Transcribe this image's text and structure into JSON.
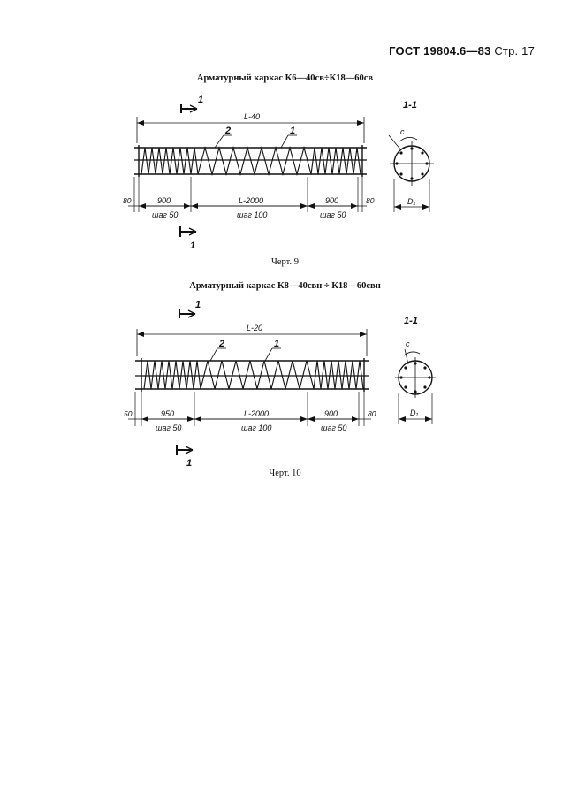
{
  "header": {
    "standard": "ГОСТ 19804.6—83",
    "page": "Стр. 17"
  },
  "figures": [
    {
      "title": "Арматурный каркас К6—40св÷К18—60св",
      "caption": "Черт. 9",
      "overall_length": "L-40",
      "end_left": "80",
      "end_right": "80",
      "seg_left": "900",
      "seg_mid": "L-2000",
      "seg_right": "900",
      "pitch_left": "шаг 50",
      "pitch_mid": "шаг 100",
      "pitch_right": "шаг 50",
      "callout_1": "1",
      "callout_2": "2",
      "section_mark": "1",
      "section_label": "1-1",
      "cover_label": "c",
      "diameter_label": "D₁"
    },
    {
      "title": "Арматурный каркас К8—40свн ÷ К18—60свн",
      "caption": "Черт. 10",
      "overall_length": "L-20",
      "end_left": "50",
      "end_right": "80",
      "seg_left": "950",
      "seg_mid": "L-2000",
      "seg_right": "900",
      "pitch_left": "шаг 50",
      "pitch_mid": "шаг 100",
      "pitch_right": "шаг 50",
      "callout_1": "1",
      "callout_2": "2",
      "section_mark": "1",
      "section_label": "1-1",
      "cover_label": "c",
      "diameter_label": "D₁"
    }
  ]
}
